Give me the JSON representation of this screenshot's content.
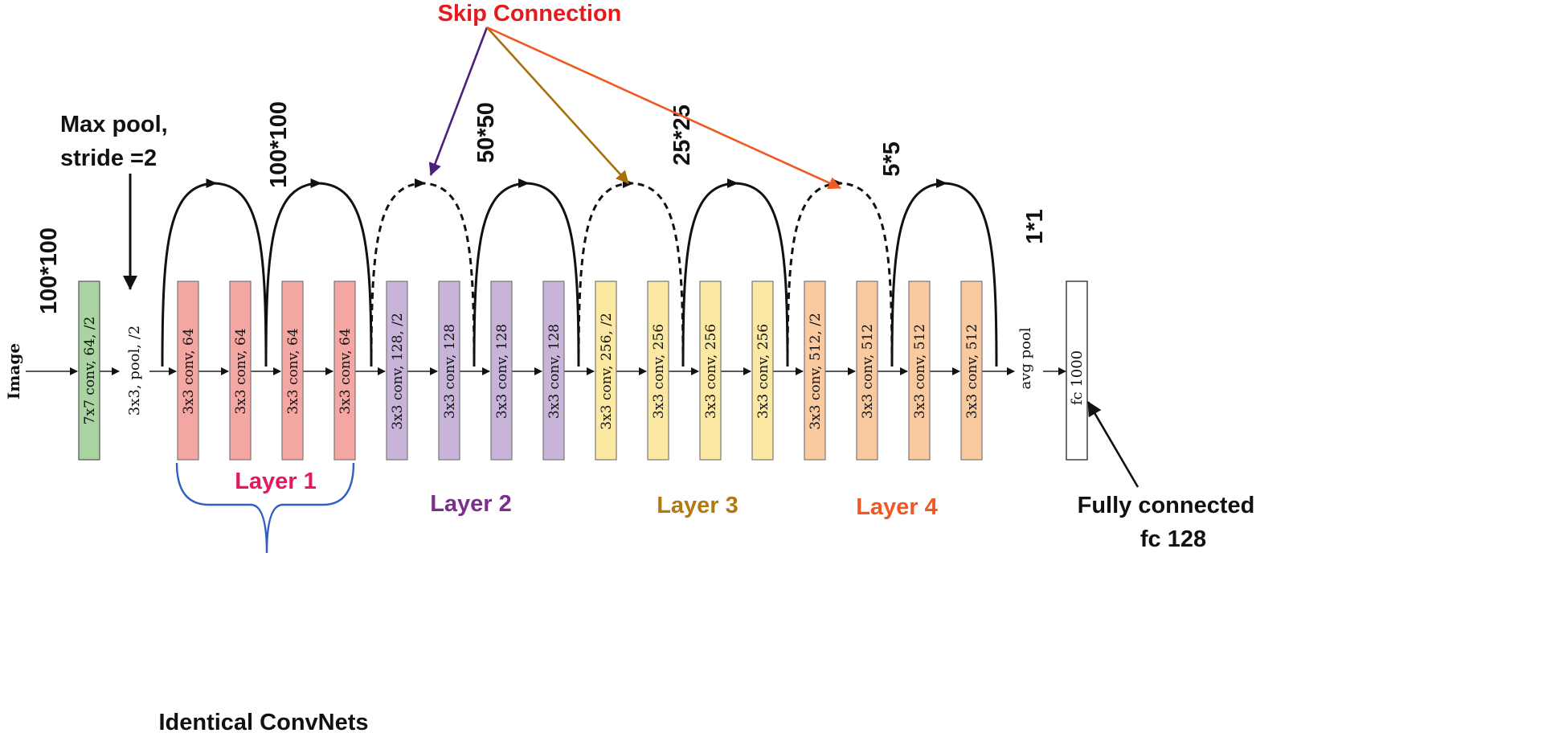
{
  "input_label": "Image",
  "top_annotation": "Skip Connection",
  "maxpool_note": [
    "Max pool,",
    "stride =2"
  ],
  "dims": [
    "100*100",
    "100*100",
    "50*50",
    "25*25",
    "5*5",
    "1*1"
  ],
  "first_conv": "7x7 conv, 64, /2",
  "pool_label": "3x3, pool, /2",
  "layers": [
    {
      "name": "Layer 1",
      "color": "#e8175d",
      "fill": "#f4a6a3",
      "blocks": [
        "3x3 conv, 64",
        "3x3 conv, 64",
        "3x3 conv, 64",
        "3x3 conv, 64"
      ]
    },
    {
      "name": "Layer 2",
      "color": "#7a2f8c",
      "fill": "#c8b4d9",
      "blocks": [
        "3x3 conv, 128, /2",
        "3x3 conv, 128",
        "3x3 conv, 128",
        "3x3 conv, 128"
      ]
    },
    {
      "name": "Layer 3",
      "color": "#b07a0e",
      "fill": "#fbe9a3",
      "blocks": [
        "3x3 conv, 256, /2",
        "3x3 conv, 256",
        "3x3 conv, 256",
        "3x3 conv, 256"
      ]
    },
    {
      "name": "Layer 4",
      "color": "#f05a22",
      "fill": "#f9c9a0",
      "blocks": [
        "3x3 conv, 512, /2",
        "3x3 conv, 512",
        "3x3 conv, 512",
        "3x3 conv, 512"
      ]
    }
  ],
  "avgpool_label": "avg pool",
  "fc_label": "fc 1000",
  "fc_note": [
    "Fully connected",
    "fc 128"
  ],
  "brace_label": "Identical ConvNets",
  "colors": {
    "first_conv_fill": "#a9d3a0",
    "skip_red": "#e8181d",
    "brace_blue": "#2f5fbf"
  }
}
